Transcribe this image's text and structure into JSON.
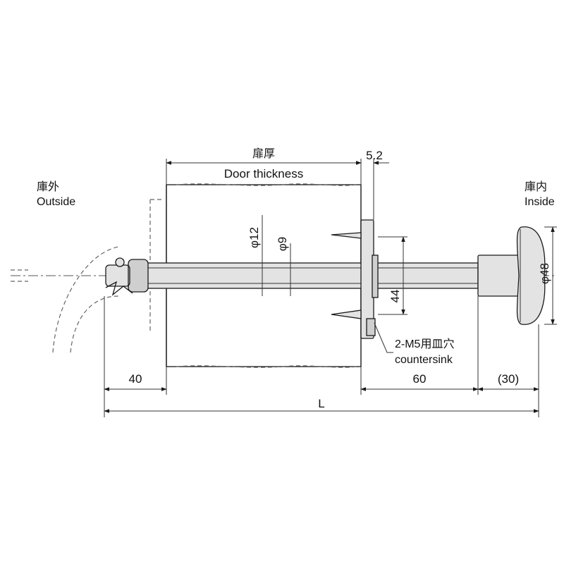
{
  "labels": {
    "outside_jp": "庫外",
    "outside_en": "Outside",
    "inside_jp": "庫内",
    "inside_en": "Inside",
    "door_jp": "扉厚",
    "door_en": "Door thickness",
    "countersink_jp": "2-M5用皿穴",
    "countersink_en": "countersink"
  },
  "dimensions": {
    "plate_thickness": "5.2",
    "shaft_outer_dia": "φ12",
    "shaft_inner_dia": "φ9",
    "hole_pitch": "44",
    "knob_dia": "φ48",
    "outside_len": "40",
    "inside_len": "60",
    "knob_len": "(30)",
    "total_len": "L"
  }
}
